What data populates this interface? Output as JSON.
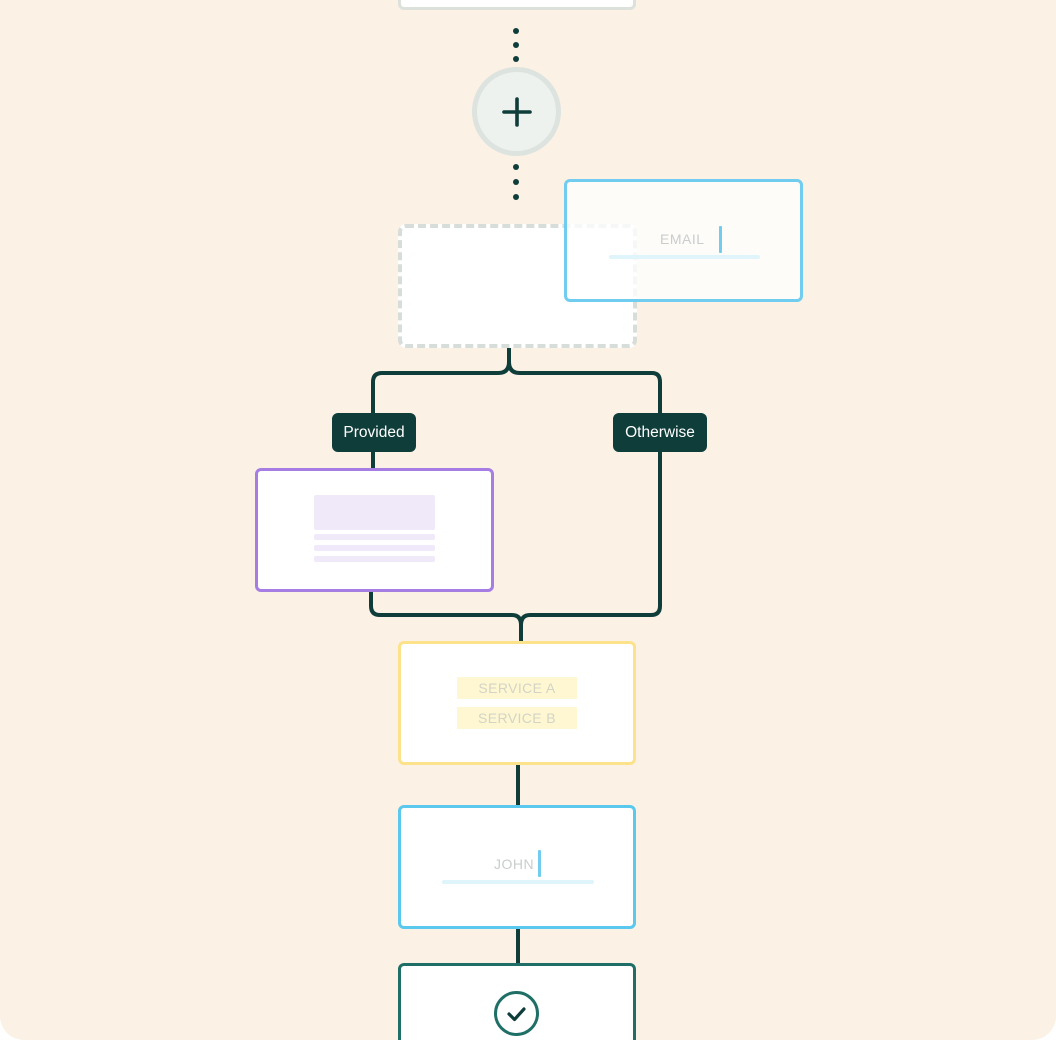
{
  "colors": {
    "background": "#FBF1E5",
    "connector": "#0F3D3A",
    "email_accent": "#70CDF0",
    "condition_accent": "#A57DE3",
    "service_accent": "#FCE28A",
    "name_accent": "#5BC8EE",
    "done_accent": "#1F6F66"
  },
  "add_step": {
    "icon": "plus-icon"
  },
  "email_step": {
    "placeholder": "EMAIL"
  },
  "branches": {
    "left_label": "Provided",
    "right_label": "Otherwise"
  },
  "services": {
    "items": [
      "SERVICE A",
      "SERVICE B"
    ]
  },
  "name_step": {
    "value": "JOHN"
  },
  "final_step": {
    "icon": "check-circle-icon"
  }
}
